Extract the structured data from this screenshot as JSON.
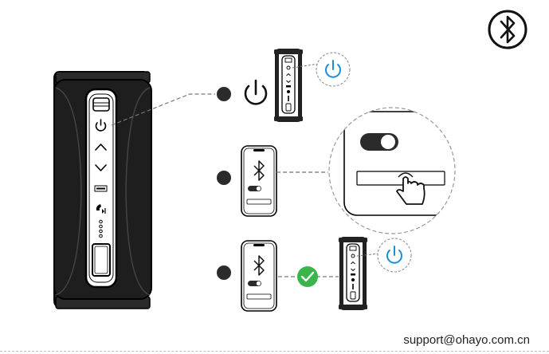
{
  "diagram": {
    "steps": [
      {
        "id": "step-1",
        "description": "power-on-speaker"
      },
      {
        "id": "step-2",
        "description": "enable-phone-bluetooth-and-select-device"
      },
      {
        "id": "step-3",
        "description": "pairing-success"
      }
    ],
    "icons": {
      "header": "bluetooth-icon",
      "power": "power-icon",
      "check": "checkmark-icon",
      "tap": "hand-tap-icon",
      "toggle": "toggle-switch-icon"
    },
    "colors": {
      "accent_blue": "#1a8fd8",
      "success_green": "#39b54a",
      "ink": "#111111"
    }
  },
  "footer": {
    "support_email": "support@ohayo.com.cn"
  }
}
